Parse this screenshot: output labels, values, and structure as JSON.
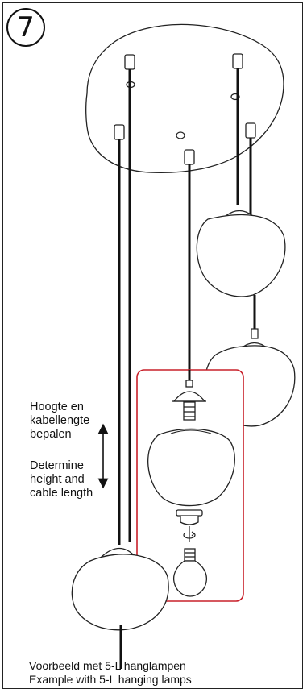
{
  "step_number": "7",
  "adjust_label_nl": "Hoogte en\nkabellengte\nbepalen",
  "adjust_label_en": "Determine\nheight and\ncable length",
  "caption": {
    "line1": "Voorbeeld met 5-L hanglampen",
    "line2": "Example with 5-L hanging lamps"
  },
  "colors": {
    "outline": "#222222",
    "highlight_box": "#c8202a"
  },
  "icons": [
    "ceiling-canopy-icon",
    "cable-clamp-icon",
    "lamp-holder-icon",
    "glass-shade-icon",
    "shade-ring-icon",
    "rotate-arrow-icon",
    "light-bulb-icon",
    "double-arrow-icon"
  ]
}
